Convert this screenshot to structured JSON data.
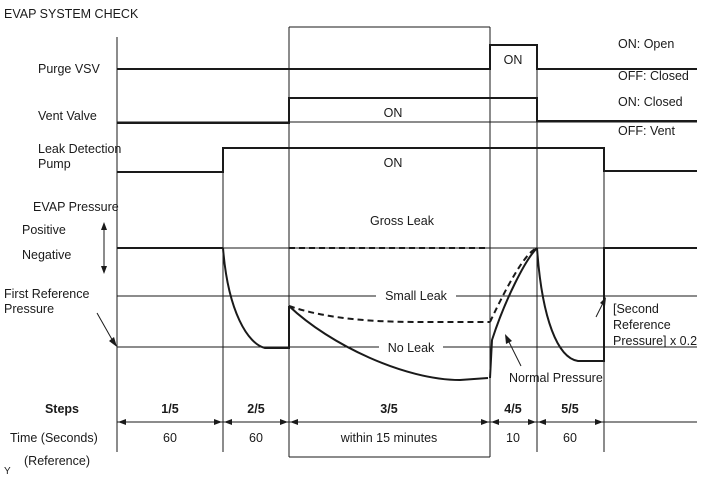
{
  "title": "EVAP SYSTEM CHECK",
  "signals": {
    "purge_vsv": "Purge VSV",
    "vent_valve": "Vent Valve",
    "leak_pump_line1": "Leak Detection",
    "leak_pump_line2": "Pump",
    "evap_pressure": "EVAP Pressure",
    "positive": "Positive",
    "negative": "Negative",
    "first_ref_line1": "First Reference",
    "first_ref_line2": "Pressure"
  },
  "states": {
    "purge_on": "ON: Open",
    "purge_off": "OFF: Closed",
    "vent_on": "ON: Closed",
    "vent_off": "OFF: Vent",
    "on": "ON"
  },
  "annotations": {
    "gross_leak": "Gross Leak",
    "small_leak": "Small Leak",
    "no_leak": "No Leak",
    "normal_pressure": "Normal Pressure",
    "second_ref_line1": "[Second",
    "second_ref_line2": "Reference",
    "second_ref_line3": "Pressure] x 0.2"
  },
  "table": {
    "steps_label": "Steps",
    "time_label": "Time (Seconds)",
    "reference_label": "(Reference)",
    "steps": [
      "1/5",
      "2/5",
      "3/5",
      "4/5",
      "5/5"
    ],
    "times": [
      "60",
      "60",
      "within 15 minutes",
      "10",
      "60"
    ]
  },
  "footnote": "Y"
}
